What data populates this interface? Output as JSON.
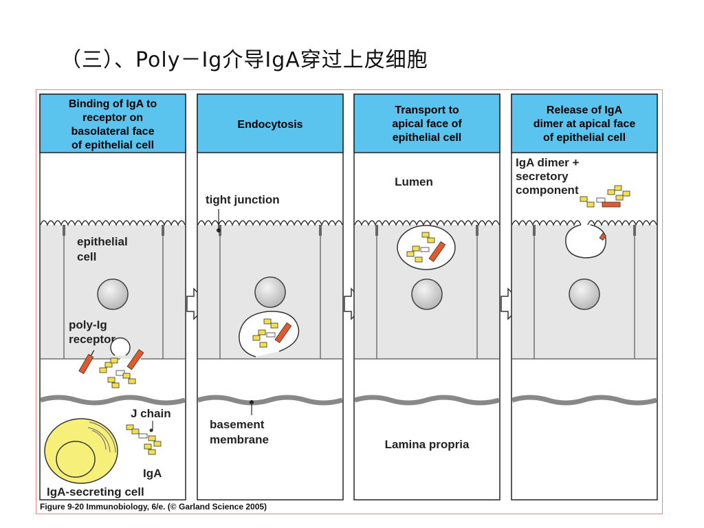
{
  "slide": {
    "title": "（三）、Poly－Ig介导IgA穿过上皮细胞"
  },
  "panels": [
    {
      "title_lines": [
        "Binding of IgA to",
        "receptor on",
        "basolateral face",
        "of epithelial cell"
      ]
    },
    {
      "title_lines": [
        "Endocytosis"
      ]
    },
    {
      "title_lines": [
        "Transport to",
        "apical face of",
        "epithelial cell"
      ]
    },
    {
      "title_lines": [
        "Release of IgA",
        "dimer at apical face",
        "of epithelial cell"
      ]
    }
  ],
  "labels": {
    "epithelial_cell": [
      "epithelial",
      "cell"
    ],
    "poly_ig_receptor": [
      "poly-Ig",
      "receptor"
    ],
    "j_chain": "J chain",
    "iga": "IgA",
    "iga_secreting_cell": "IgA-secreting cell",
    "tight_junction": "tight junction",
    "basement_membrane": [
      "basement",
      "membrane"
    ],
    "lumen": "Lumen",
    "lamina_propria": "Lamina propria",
    "iga_dimer_secretory": [
      "IgA dimer +",
      "secretory",
      "component"
    ]
  },
  "caption": "Figure 9-20  Immunobiology, 6/e. (© Garland Science 2005)",
  "colors": {
    "header_blue": "#5bc4ee",
    "cell_gray": "#e6e6e6",
    "nucleus_gray": "#c9c9c9",
    "iga_yellow": "#f4e04d",
    "receptor_orange": "#e05a2b",
    "plasma_cell_yellow": "#f6f07a"
  }
}
